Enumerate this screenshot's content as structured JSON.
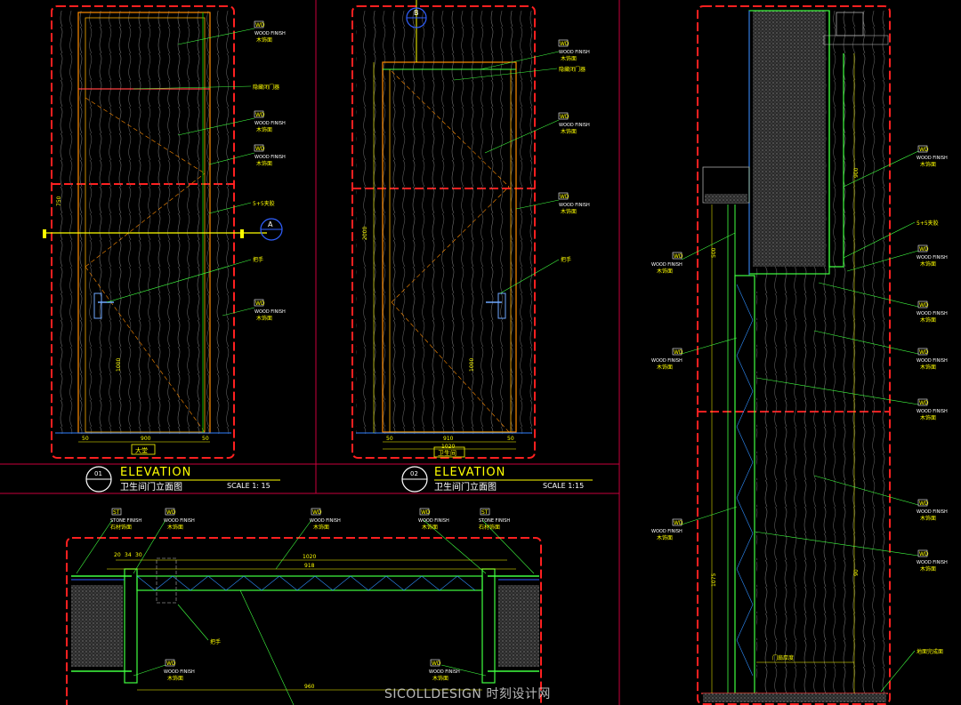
{
  "drawing": {
    "tag_wood_code": "WD",
    "tag_stone_code": "ST",
    "wood_finish_en": "WOOD FINISH",
    "wood_finish_cn": "木饰面",
    "stone_finish_en": "STONE FINISH",
    "stone_finish_cn": "石材饰面",
    "door_closer": "隐藏闭门器",
    "handle": "把手",
    "glass": "5+5夹胶",
    "floor_finish": "地面完成面",
    "section_a": "A",
    "section_b": "B"
  },
  "elevation1": {
    "title": "ELEVATION",
    "subtitle": "卫生间门立面图",
    "number": "01",
    "scale": "SCALE   1: 15",
    "room_label": "大堂",
    "dim_width": "900",
    "dim_left": "50",
    "dim_right": "50",
    "dim_h1": "1000",
    "dim_h2": "750"
  },
  "elevation2": {
    "title": "ELEVATION",
    "subtitle": "卫生间门立面图",
    "number": "02",
    "scale": "SCALE   1:15",
    "room_label": "卫生间",
    "dim_width": "910",
    "dim_total": "1020",
    "dim_left": "50",
    "dim_right": "50",
    "dim_h1": "2000",
    "dim_h2": "1000"
  },
  "plan": {
    "dim_top": "1020",
    "dim_inner": "918",
    "dim_bottom": "960",
    "dim_small": [
      "20",
      "34",
      "30"
    ]
  },
  "section": {
    "dims": [
      "900",
      "500",
      "1075",
      "90"
    ],
    "door_leaf_thickness": "门扇厚度"
  },
  "watermark": "SICOLLDESIGN 时刻设计网"
}
